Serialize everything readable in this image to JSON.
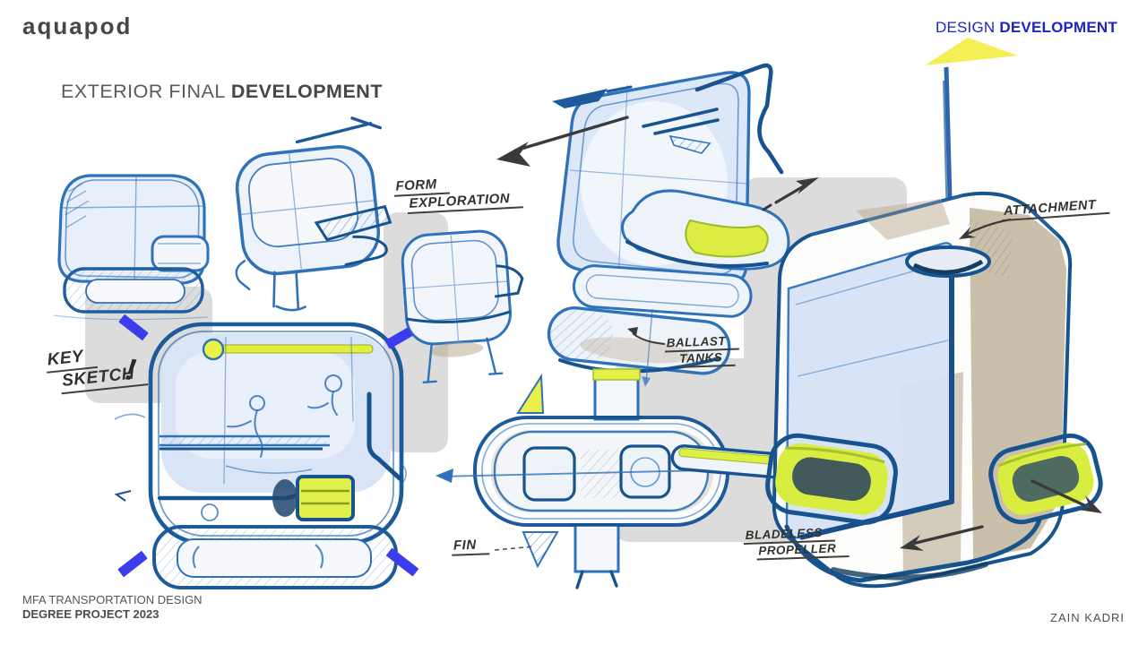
{
  "header": {
    "logo": "aquapod",
    "corner": {
      "regular": "DESIGN",
      "bold": "DEVELOPMENT"
    }
  },
  "title": {
    "regular": "EXTERIOR FINAL",
    "bold": "DEVELOPMENT"
  },
  "annotations": {
    "form_exploration": {
      "line1": "FORM",
      "line2": "EXPLORATION"
    },
    "key_sketch": {
      "line1": "KEY",
      "line2": "SKETCH",
      "mark": "!"
    },
    "ballast_tanks": {
      "line1": "BALLAST",
      "line2": "TANKS"
    },
    "attachment": {
      "label": "ATTACHMENT"
    },
    "fin": {
      "label": "FIN"
    },
    "bladeless_propeller": {
      "line1": "BLADELESS",
      "line2": "PROPELLER"
    }
  },
  "footer": {
    "program": "MFA TRANSPORTATION DESIGN",
    "project": "DEGREE PROJECT 2023",
    "author": "ZAIN KADRI"
  },
  "colors": {
    "accent_blue": "#2023c6",
    "sketch_blue": "#2f72ba",
    "sketch_navy": "#17548f",
    "highlight_yellow": "#e3ee3f",
    "marker_tan": "#b3a487",
    "panel_gray": "#dcdcdc",
    "dash_blue": "#3c3cec",
    "arrow_gray": "#3a3a3a",
    "text_gray": "#4a4a4d"
  }
}
